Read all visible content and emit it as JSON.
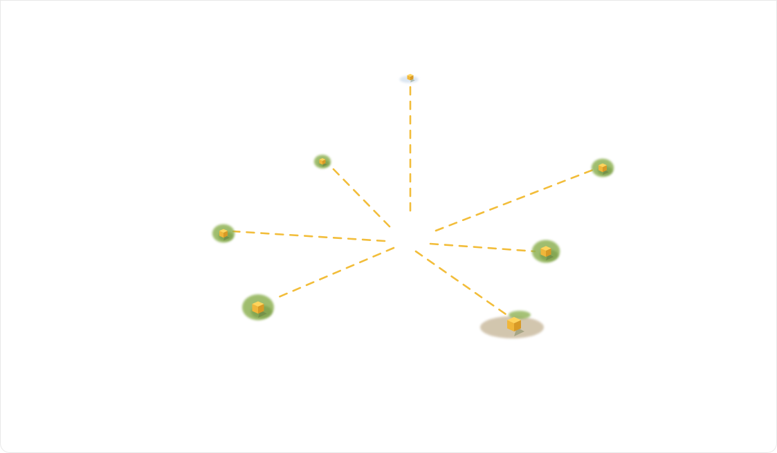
{
  "diagram": {
    "kind": "hub-and-spoke",
    "colors": {
      "connector": "#f2bd3a",
      "cube_top": "#ffd45c",
      "cube_left": "#f0b63a",
      "cube_right": "#d89a26",
      "grass": "#8fb255",
      "grass_dark": "#6f943d",
      "sand": "#c8b89b",
      "snow": "#dce6f2",
      "background": "#ffffff"
    },
    "nodes": [
      {
        "id": "north",
        "terrain": "snow",
        "icon": "cube-icon"
      },
      {
        "id": "north-west",
        "terrain": "grass",
        "icon": "cube-icon"
      },
      {
        "id": "north-east",
        "terrain": "grass",
        "icon": "cube-icon"
      },
      {
        "id": "west",
        "terrain": "grass",
        "icon": "cube-icon"
      },
      {
        "id": "east",
        "terrain": "grass",
        "icon": "cube-icon"
      },
      {
        "id": "south-west",
        "terrain": "grass",
        "icon": "cube-icon"
      },
      {
        "id": "south-east",
        "terrain": "sand",
        "icon": "cube-icon"
      }
    ]
  }
}
